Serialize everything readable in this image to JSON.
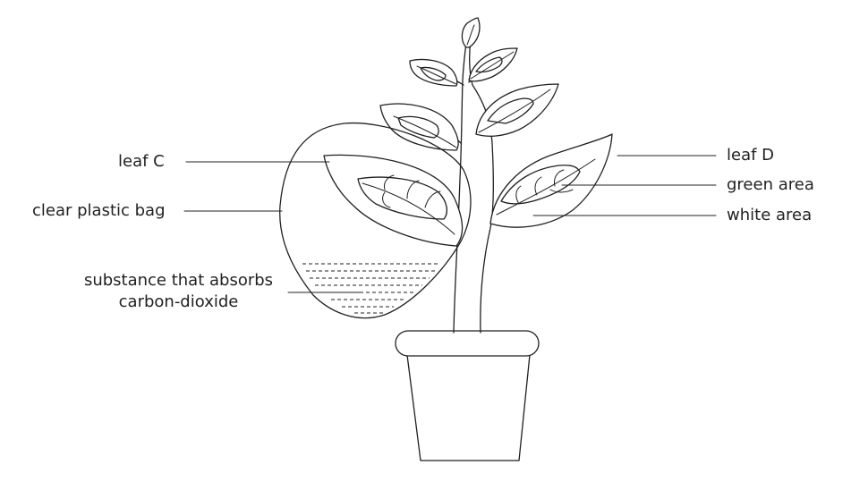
{
  "labels": {
    "leaf_c": "leaf C",
    "clear_plastic_bag": "clear plastic bag",
    "substance_line1": "substance that absorbs",
    "substance_line2": "carbon-dioxide",
    "leaf_d": "leaf D",
    "green_area": "green area",
    "white_area": "white area"
  },
  "colors": {
    "ink": "#231f20",
    "background": "#ffffff"
  }
}
